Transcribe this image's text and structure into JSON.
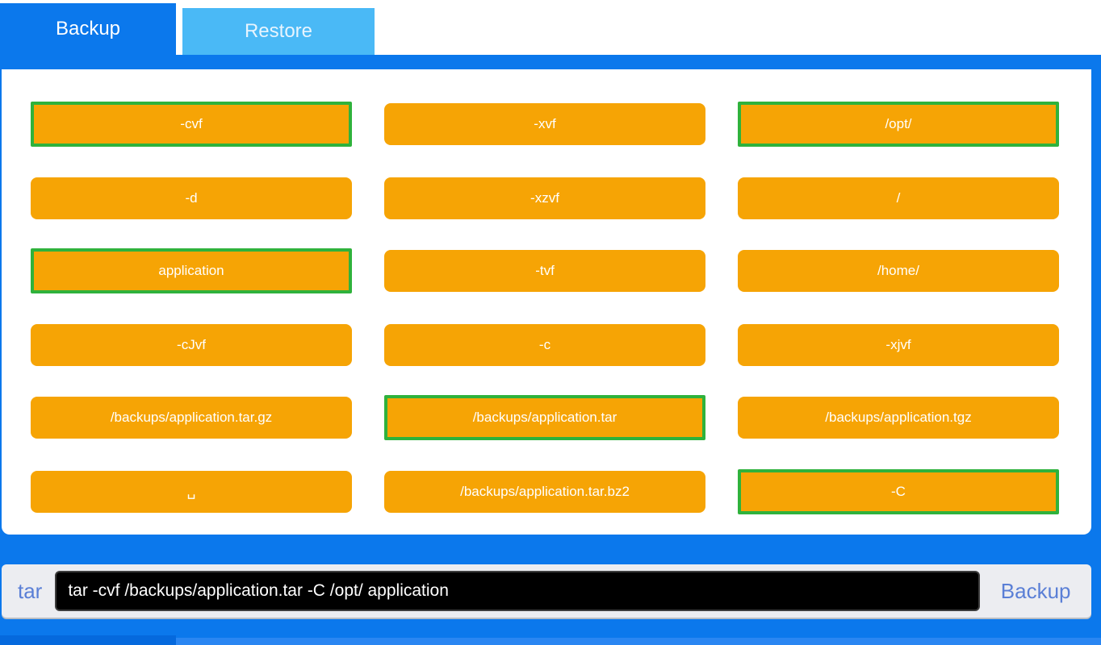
{
  "tabs": [
    {
      "label": "Backup",
      "active": true
    },
    {
      "label": "Restore",
      "active": false
    }
  ],
  "colors": {
    "primary_blue": "#0b78ec",
    "inactive_tab_blue": "#4ab9f6",
    "option_orange": "#f6a405",
    "selected_border_green": "#2fb23c",
    "command_bar_bg": "#ecedf1",
    "link_text_blue": "#5a7fd6",
    "input_bg": "#000000",
    "input_text": "#ffffff"
  },
  "grid": {
    "rows": [
      [
        {
          "label": "-cvf",
          "selected": true
        },
        {
          "label": "-xvf",
          "selected": false
        },
        {
          "label": "/opt/",
          "selected": true
        }
      ],
      [
        {
          "label": "-d",
          "selected": false
        },
        {
          "label": "-xzvf",
          "selected": false
        },
        {
          "label": "/",
          "selected": false
        }
      ],
      [
        {
          "label": "application",
          "selected": true
        },
        {
          "label": "-tvf",
          "selected": false
        },
        {
          "label": "/home/",
          "selected": false
        }
      ],
      [
        {
          "label": "-cJvf",
          "selected": false
        },
        {
          "label": "-c",
          "selected": false
        },
        {
          "label": "-xjvf",
          "selected": false
        }
      ],
      [
        {
          "label": "/backups/application.tar.gz",
          "selected": false
        },
        {
          "label": "/backups/application.tar",
          "selected": true
        },
        {
          "label": "/backups/application.tgz",
          "selected": false
        }
      ],
      [
        {
          "label": "␣",
          "selected": false
        },
        {
          "label": "/backups/application.tar.bz2",
          "selected": false
        },
        {
          "label": "-C",
          "selected": true
        }
      ]
    ]
  },
  "command_bar": {
    "prefix_label": "tar",
    "command_value": "tar -cvf /backups/application.tar -C /opt/ application",
    "submit_label": "Backup"
  }
}
